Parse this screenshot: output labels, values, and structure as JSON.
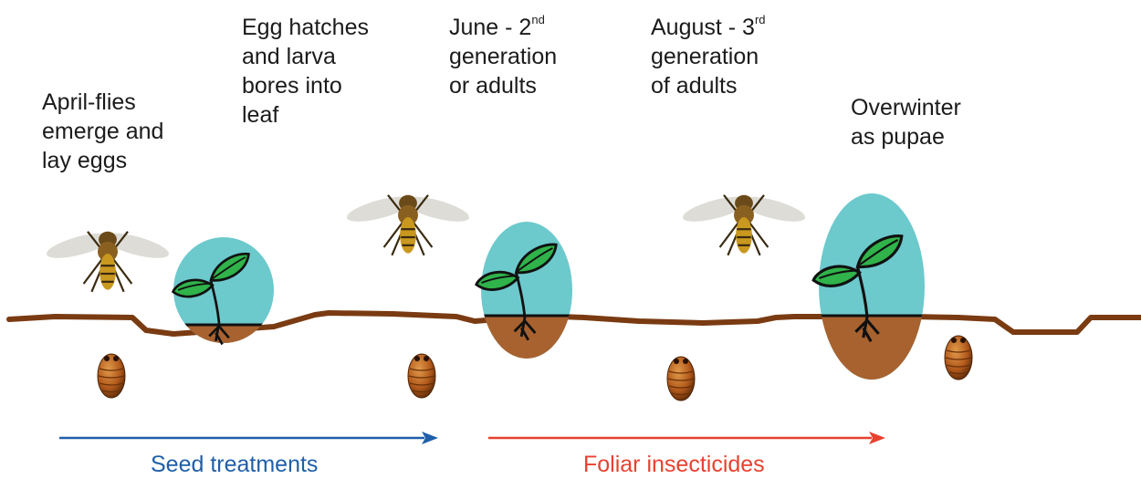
{
  "stages": [
    {
      "lines": [
        "April-flies",
        "emerge and",
        "lay eggs"
      ]
    },
    {
      "lines": [
        "Egg hatches",
        "and larva",
        "bores into",
        "leaf"
      ]
    },
    {
      "line1": "June - 2",
      "line1_sup": "nd",
      "lines": [
        "generation",
        "or adults"
      ]
    },
    {
      "line1": "August - 3",
      "line1_sup": "rd",
      "lines": [
        "generation",
        "of adults"
      ]
    },
    {
      "lines": [
        "Overwinter",
        "as pupae"
      ]
    }
  ],
  "treatments": [
    {
      "label": "Seed treatments",
      "color": "#1f5fa8"
    },
    {
      "label": "Foliar insecticides",
      "color": "#e8412f"
    }
  ],
  "colors": {
    "soil_line": "#7a3b12",
    "bubble": "#6cc9cc",
    "soil_fill": "#a8622f",
    "leaf": "#2fb34a",
    "pupa": "#b35a1c"
  }
}
